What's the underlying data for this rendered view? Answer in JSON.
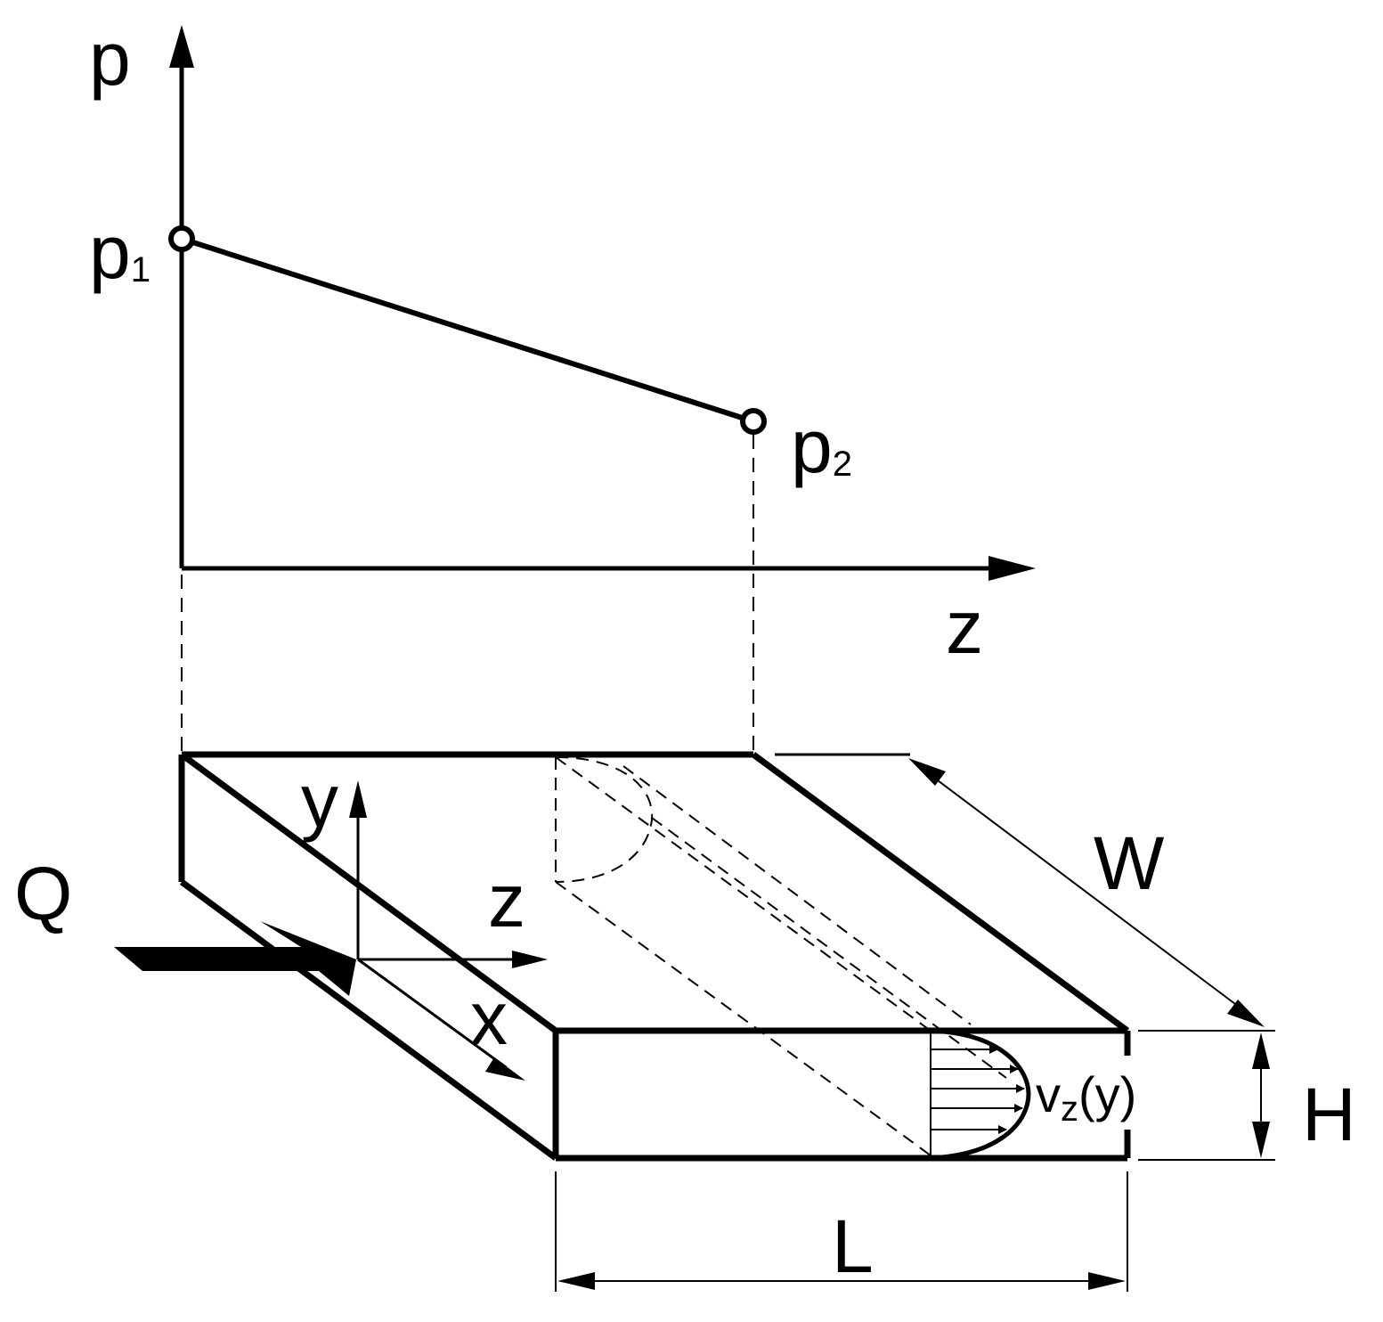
{
  "pressure_plot": {
    "y_axis_label": "p",
    "x_axis_label": "z",
    "p1": {
      "base": "p",
      "sub": "1"
    },
    "p2": {
      "base": "p",
      "sub": "2"
    }
  },
  "channel": {
    "flow_label": "Q",
    "axis_y": "y",
    "axis_z": "z",
    "axis_x": "x",
    "width_label": "W",
    "height_label": "H",
    "length_label": "L",
    "velocity_profile": {
      "base": "v",
      "sub": "z",
      "suffix": "(y)"
    }
  },
  "colors": {
    "ink": "#000000",
    "background": "#ffffff"
  }
}
